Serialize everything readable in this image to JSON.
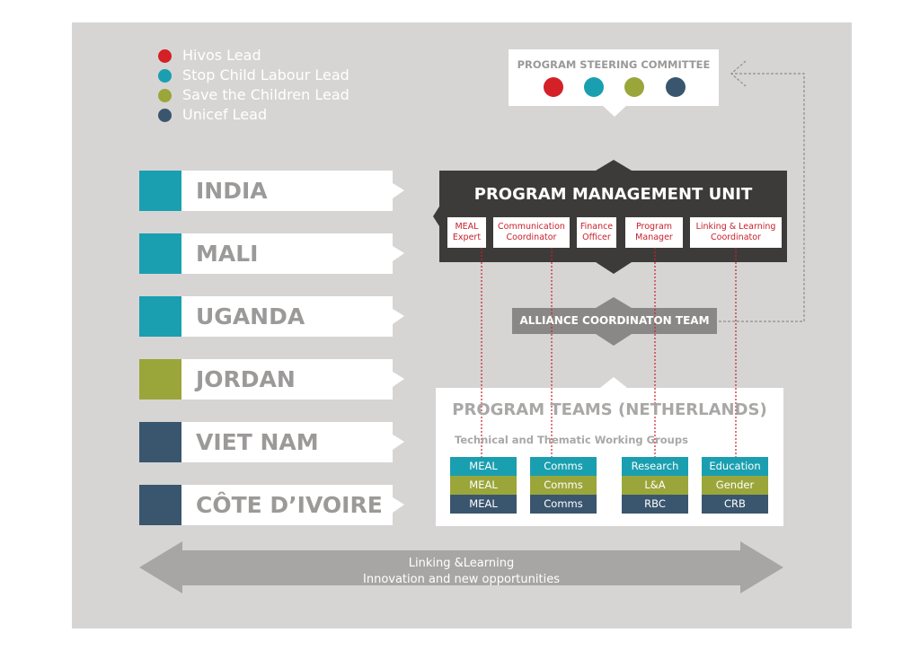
{
  "colors": {
    "hivos": "#d42027",
    "stop_child_labour": "#1a9fb0",
    "save_the_children": "#9aa63a",
    "unicef": "#3a566e",
    "pmu_bg": "#3d3b3a",
    "act_bg": "#8a8887",
    "role_text": "#c8202b"
  },
  "legend": [
    {
      "label": "Hivos Lead",
      "color": "#d42027"
    },
    {
      "label": "Stop Child Labour Lead",
      "color": "#1a9fb0"
    },
    {
      "label": "Save the Children Lead",
      "color": "#9aa63a"
    },
    {
      "label": "Unicef Lead",
      "color": "#3a566e"
    }
  ],
  "steering_committee": {
    "title": "PROGRAM STEERING COMMITTEE",
    "members": [
      "#d42027",
      "#1a9fb0",
      "#9aa63a",
      "#3a566e"
    ]
  },
  "countries": [
    {
      "name": "INDIA",
      "color": "#1a9fb0"
    },
    {
      "name": "MALI",
      "color": "#1a9fb0"
    },
    {
      "name": "UGANDA",
      "color": "#1a9fb0"
    },
    {
      "name": "JORDAN",
      "color": "#9aa63a"
    },
    {
      "name": "VIET NAM",
      "color": "#3a566e"
    },
    {
      "name": "CÔTE D’IVOIRE",
      "color": "#3a566e"
    }
  ],
  "pmu": {
    "title": "PROGRAM MANAGEMENT UNIT",
    "roles": [
      {
        "line1": "MEAL",
        "line2": "Expert"
      },
      {
        "line1": "Communication",
        "line2": "Coordinator"
      },
      {
        "line1": "Finance",
        "line2": "Officer"
      },
      {
        "line1": "Program",
        "line2": "Manager"
      },
      {
        "line1": "Linking & Learning",
        "line2": "Coordinator"
      }
    ]
  },
  "alliance": {
    "title": "ALLIANCE COORDINATON TEAM"
  },
  "program_teams": {
    "title": "PROGRAM TEAMS (NETHERLANDS)",
    "subtitle": "Technical and Thematic Working Groups",
    "groups": [
      [
        "MEAL",
        "MEAL",
        "MEAL"
      ],
      [
        "Comms",
        "Comms",
        "Comms"
      ],
      [
        "Research",
        "L&A",
        "RBC"
      ],
      [
        "Education",
        "Gender",
        "CRB"
      ]
    ]
  },
  "bottom_arrow": {
    "line1": "Linking &Learning",
    "line2": "Innovation and new opportunities"
  }
}
